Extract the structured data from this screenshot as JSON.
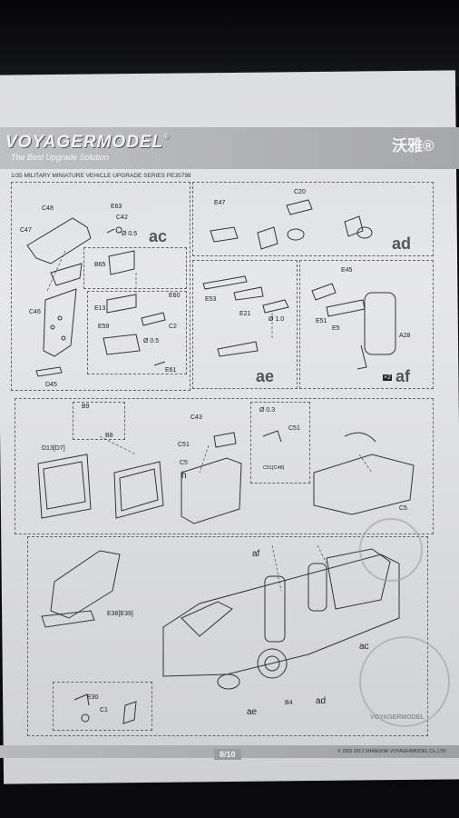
{
  "brand": {
    "logo": "VOYAGERMODEL",
    "reg": "®",
    "tagline": "The Best Upgrade Solution",
    "chinese_mark": "沃雅®"
  },
  "series_line": "1/35 MILITARY MINIATURE VEHICLE UPGRADE SERIES PE35798",
  "page_number": "8/10",
  "copyright": "© 2003-2013 SHANGHAI VOYAGERMODEL Co.,LTD",
  "stamp_text": "VOYAGERMODEL",
  "steps": {
    "ac": "ac",
    "ad": "ad",
    "ae": "ae",
    "af": "af"
  },
  "labels": {
    "c48": "C48",
    "c47": "C47",
    "e63": "E63",
    "c42": "C42",
    "d05a": "Ø 0.5",
    "b65": "B65",
    "c46": "C46",
    "e13": "E13",
    "e60": "E60",
    "e59": "E59",
    "c2": "C2",
    "d05b": "Ø 0.5",
    "e61": "E61",
    "d45": "D45",
    "e47": "E47",
    "c20": "C20",
    "e45": "E45",
    "e53": "E53",
    "e21": "E21",
    "d10": "Ø 1.0",
    "e51": "E51",
    "e5": "E5",
    "a28": "A28",
    "x2": "×2",
    "b9": "B9",
    "b8": "B8",
    "d13": "D13[D7]",
    "c43": "C43",
    "c51a": "C51",
    "c5a": "C5",
    "h": "h",
    "d03": "Ø 0.3",
    "c51b": "C51",
    "c51c": "C51[C48]",
    "c5b": "C5",
    "e38": "E38[E39]",
    "af2": "af",
    "ac2": "ac",
    "ae2": "ae",
    "b4": "B4",
    "ad2": "ad",
    "e30": "E30",
    "c1": "C1"
  }
}
